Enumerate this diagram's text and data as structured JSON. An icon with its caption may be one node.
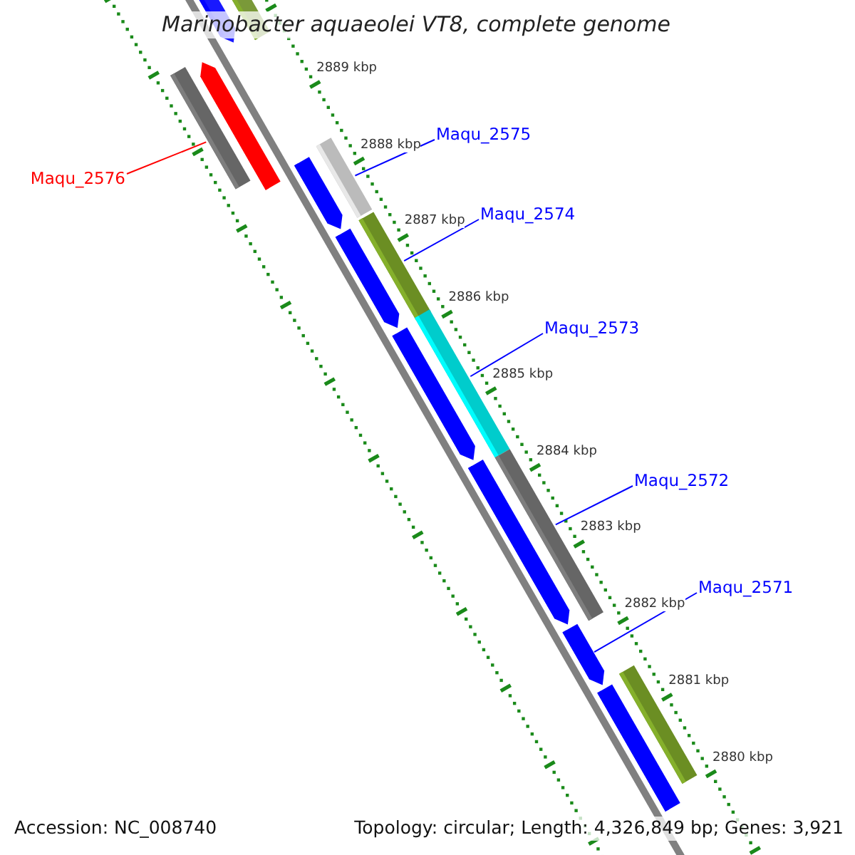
{
  "diagram": {
    "title": "Marinobacter aquaeolei VT8, complete genome",
    "nodes": [
      {
        "text": [],
        "shape": "arrow"
      },
      {
        "text": [
          "Maqu_2575"
        ]
      },
      {
        "text": [],
        "shape": "arrow"
      },
      {
        "text": [
          "Maqu_2576"
        ]
      },
      {
        "text": [],
        "shape": "arrow"
      },
      {
        "text": [
          "Maqu_2574"
        ]
      },
      {
        "text": [],
        "shape": "arrow"
      },
      {
        "text": [
          "Maqu_2573"
        ]
      },
      {
        "text": [],
        "shape": "arrow"
      },
      {
        "text": [
          "Maqu_2572"
        ]
      },
      {
        "text": [],
        "shape": "arrow"
      },
      {
        "text": [
          "Maqu_2571"
        ]
      },
      {
        "text": [],
        "shape": "arrow"
      },
      {
        "text": [],
        "shape": "arrow"
      }
    ],
    "edges": [
      {
        "from": 1,
        "to": 2,
        "arrow": "none"
      },
      {
        "from": 3,
        "to": 4,
        "arrow": "none",
        "color": "#ff0000"
      },
      {
        "from": 5,
        "to": 6,
        "arrow": "none"
      },
      {
        "from": 7,
        "to": 8,
        "arrow": "none"
      },
      {
        "from": 9,
        "to": 10,
        "arrow": "none"
      },
      {
        "from": 11,
        "to": 12,
        "arrow": "none"
      }
    ],
    "labels": [
      "2889 kbp",
      "2888 kbp",
      "2887 kbp",
      "2886 kbp",
      "2885 kbp",
      "2884 kbp",
      "2883 kbp",
      "2882 kbp",
      "2881 kbp",
      "2880 kbp",
      "Accession: NC_008740",
      "Topology: circular; Length: 4,326,849 bp; Genes: 3,921"
    ]
  }
}
